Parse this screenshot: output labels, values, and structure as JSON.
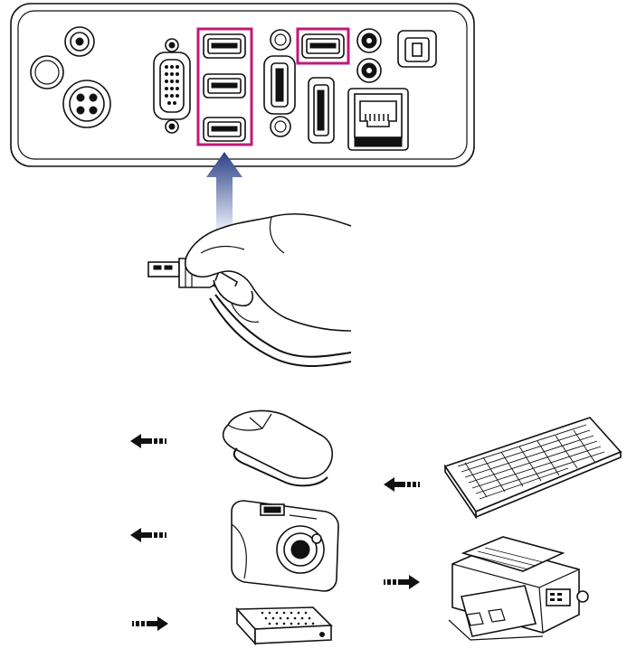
{
  "colors": {
    "highlight": "#c2187a",
    "arrow_top": "#2b3f86",
    "arrow_bottom": "#e9eef8",
    "ink": "#111111",
    "background": "#ffffff"
  },
  "diagram": {
    "panel": "rear-io-panel",
    "highlighted_ports": [
      "usb-port-left-top",
      "usb-port-left-middle",
      "usb-port-left-bottom",
      "usb-port-right"
    ],
    "devices": [
      {
        "name": "mouse",
        "direction": "left"
      },
      {
        "name": "camera",
        "direction": "left"
      },
      {
        "name": "external-drive",
        "direction": "right"
      },
      {
        "name": "keyboard",
        "direction": "left"
      },
      {
        "name": "printer",
        "direction": "right"
      }
    ],
    "icons": [
      "plug-in-arrow-icon",
      "hand-with-usb-plug-icon",
      "direction-arrow-icon"
    ]
  }
}
